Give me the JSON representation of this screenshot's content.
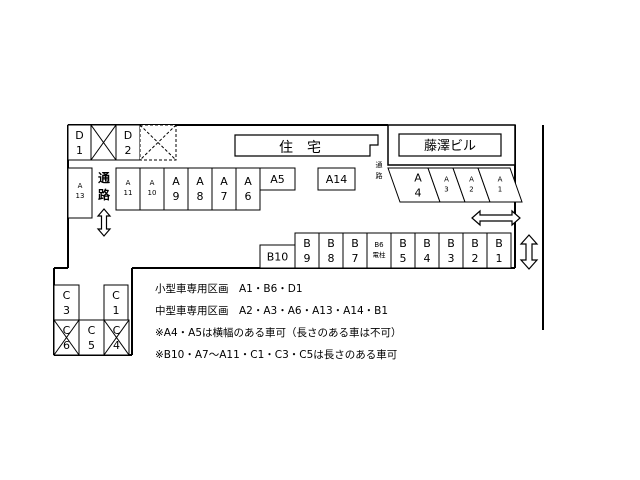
{
  "building_residential": "住　宅",
  "building_fujisawa": "藤澤ビル",
  "passage_vertical": [
    "通",
    "路"
  ],
  "passage_small": [
    "通",
    "路"
  ],
  "row_D": [
    {
      "id": "space-d1",
      "line1": "D",
      "line2": "1",
      "crossed": false
    },
    {
      "id": "space-d-x",
      "line1": "",
      "line2": "",
      "crossed": true
    },
    {
      "id": "space-d2",
      "line1": "D",
      "line2": "2",
      "crossed": false
    },
    {
      "id": "space-d-x2",
      "line1": "",
      "line2": "",
      "crossed": true,
      "dashed": true
    }
  ],
  "row_A_left": [
    {
      "id": "space-a13",
      "line1": "A",
      "line2": "13",
      "small": true
    },
    {
      "id": "space-a11",
      "line1": "A",
      "line2": "11",
      "small": true
    },
    {
      "id": "space-a10",
      "line1": "A",
      "line2": "10",
      "small": true
    },
    {
      "id": "space-a9",
      "line1": "A",
      "line2": "9",
      "small": false
    },
    {
      "id": "space-a8",
      "line1": "A",
      "line2": "8",
      "small": false
    },
    {
      "id": "space-a7",
      "line1": "A",
      "line2": "7",
      "small": false
    },
    {
      "id": "space-a6",
      "line1": "A",
      "line2": "6",
      "small": false
    }
  ],
  "space_a5": "A5",
  "space_a14": "A14",
  "row_A_right": [
    {
      "id": "space-a4",
      "line1": "A",
      "line2": "4",
      "small": false
    },
    {
      "id": "space-a3",
      "line1": "A",
      "line2": "3",
      "small": true
    },
    {
      "id": "space-a2",
      "line1": "A",
      "line2": "2",
      "small": true
    },
    {
      "id": "space-a1",
      "line1": "A",
      "line2": "1",
      "small": true
    }
  ],
  "space_b10": "B10",
  "row_B": [
    {
      "id": "space-b9",
      "line1": "B",
      "line2": "9"
    },
    {
      "id": "space-b8",
      "line1": "B",
      "line2": "8"
    },
    {
      "id": "space-b7",
      "line1": "B",
      "line2": "7"
    },
    {
      "id": "space-b6",
      "line1": "B6",
      "line2": "電柱",
      "small": true
    },
    {
      "id": "space-b5",
      "line1": "B",
      "line2": "5"
    },
    {
      "id": "space-b4",
      "line1": "B",
      "line2": "4"
    },
    {
      "id": "space-b3",
      "line1": "B",
      "line2": "3"
    },
    {
      "id": "space-b2",
      "line1": "B",
      "line2": "2"
    },
    {
      "id": "space-b1",
      "line1": "B",
      "line2": "1"
    }
  ],
  "row_C_top": [
    {
      "id": "space-c3",
      "line1": "C",
      "line2": "3"
    },
    {
      "id": "space-c1",
      "line1": "C",
      "line2": "1"
    }
  ],
  "row_C_bottom": [
    {
      "id": "space-c6",
      "line1": "C",
      "line2": "6",
      "crossed": true
    },
    {
      "id": "space-c5",
      "line1": "C",
      "line2": "5",
      "crossed": false
    },
    {
      "id": "space-c4",
      "line1": "C",
      "line2": "4",
      "crossed": true
    }
  ],
  "notes": [
    "小型車専用区画　A1・B6・D1",
    "中型車専用区画　A2・A3・A6・A13・A14・B1",
    "※A4・A5は横幅のある車可（長さのある車は不可）",
    "※B10・A7〜A11・C1・C3・C5は長さのある車可"
  ]
}
